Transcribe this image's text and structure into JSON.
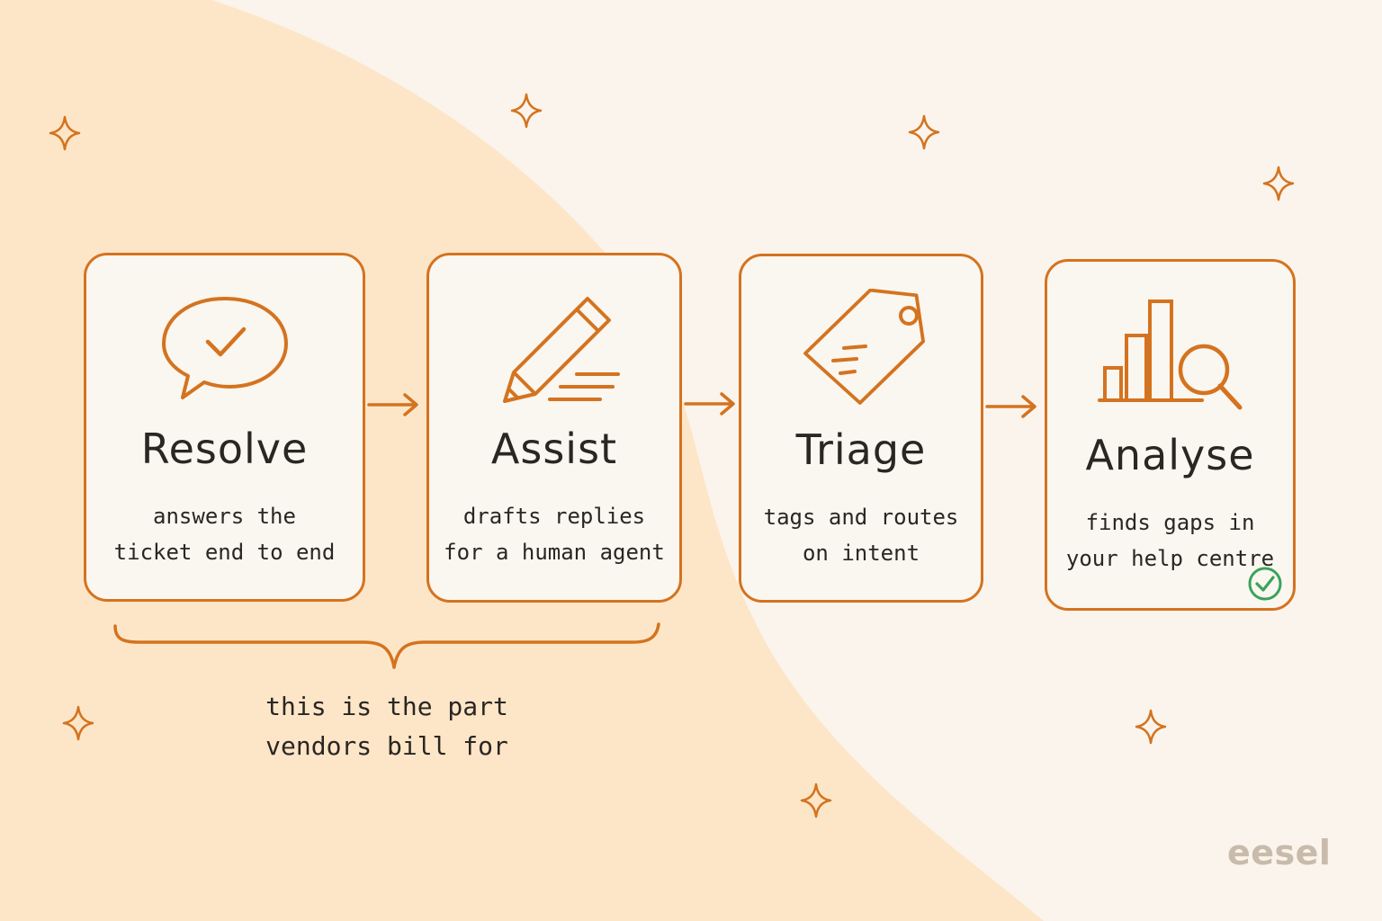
{
  "colors": {
    "background": "#faf4ec",
    "blob": "#fde6c8",
    "accent": "#d4731f",
    "text": "#2a2622",
    "success": "#3aa35a",
    "logo": "#c9bbab"
  },
  "steps": [
    {
      "title": "Resolve",
      "description": "answers the\nticket end to end",
      "icon": "speech-bubble-check-icon"
    },
    {
      "title": "Assist",
      "description": "drafts replies\nfor a human agent",
      "icon": "pencil-icon"
    },
    {
      "title": "Triage",
      "description": "tags and routes\non intent",
      "icon": "tag-icon"
    },
    {
      "title": "Analyse",
      "description": "finds gaps in\nyour help centre",
      "icon": "bar-chart-magnifier-icon"
    }
  ],
  "bracket": {
    "caption": "this is the part\nvendors bill for",
    "icon": "curly-brace-icon"
  },
  "badge": {
    "icon": "green-check-icon"
  },
  "logo": {
    "text": "eesel"
  },
  "decorations": {
    "icon": "sparkle-icon"
  }
}
